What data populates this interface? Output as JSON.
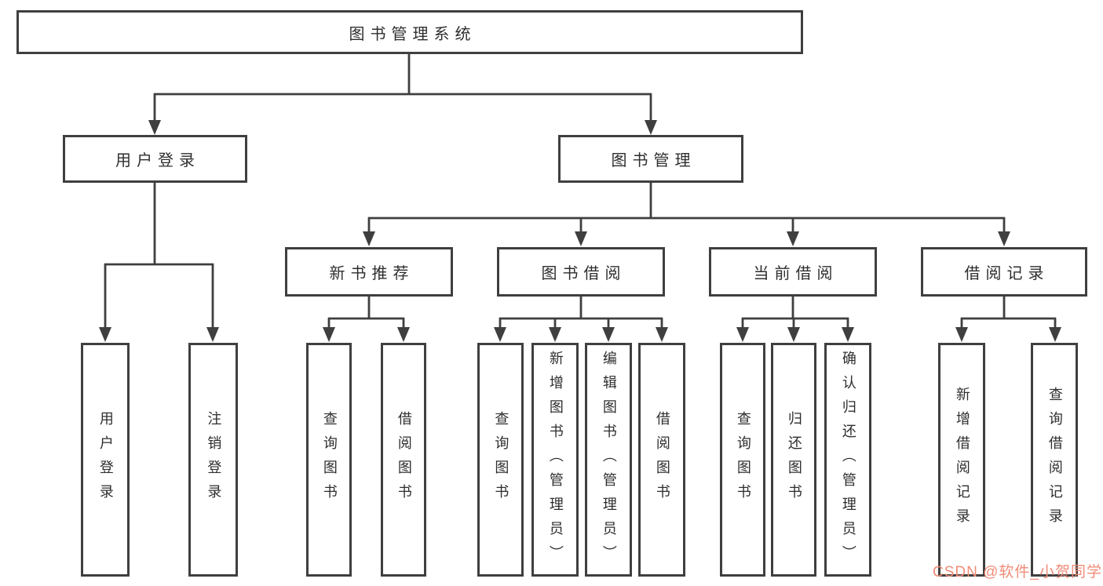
{
  "colors": {
    "line": "#3f3f3f",
    "text": "#2e2e2e",
    "background": "#ffffff",
    "watermark": "#f08c78"
  },
  "diagram": {
    "root": {
      "label": "图书管理系统"
    },
    "level2": [
      {
        "label": "用户登录"
      },
      {
        "label": "图书管理"
      }
    ],
    "level3": [
      {
        "label": "新书推荐"
      },
      {
        "label": "图书借阅"
      },
      {
        "label": "当前借阅"
      },
      {
        "label": "借阅记录"
      }
    ],
    "leaves": {
      "userLogin": [
        {
          "label": "用户登录"
        },
        {
          "label": "注销登录"
        }
      ],
      "newBookRecommend": [
        {
          "label": "查询图书"
        },
        {
          "label": "借阅图书"
        }
      ],
      "bookBorrow": [
        {
          "label": "查询图书"
        },
        {
          "label": "新增图书（管理员）"
        },
        {
          "label": "编辑图书（管理员）"
        },
        {
          "label": "借阅图书"
        }
      ],
      "currentBorrow": [
        {
          "label": "查询图书"
        },
        {
          "label": "归还图书"
        },
        {
          "label": "确认归还（管理员）"
        }
      ],
      "borrowRecords": [
        {
          "label": "新增借阅记录"
        },
        {
          "label": "查询借阅记录"
        }
      ]
    }
  },
  "watermark": {
    "label": "CSDN @软件_小贺同学"
  }
}
